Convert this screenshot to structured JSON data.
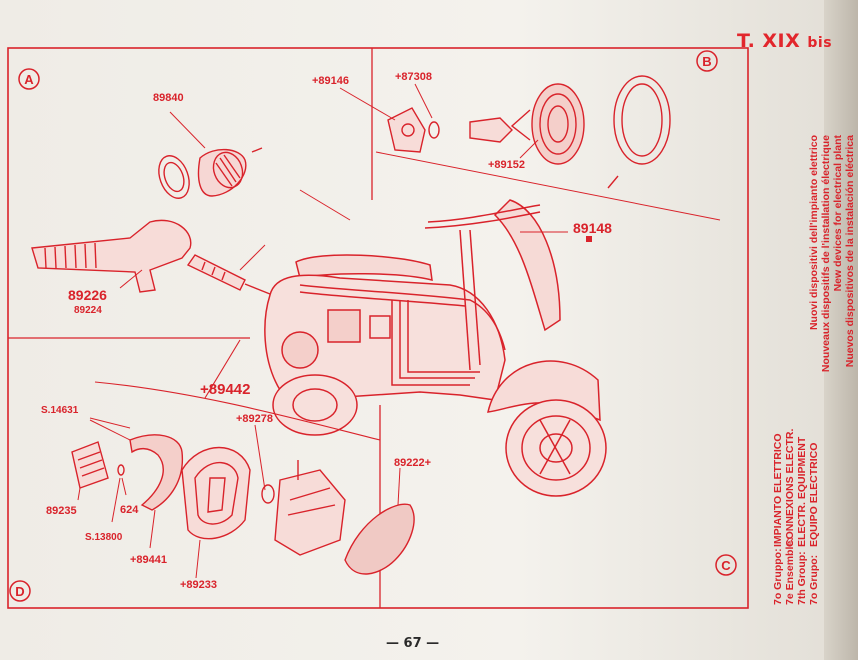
{
  "plate": {
    "code": "T. XIX",
    "suffix": "bis"
  },
  "section_labels": {
    "a": "A",
    "b": "B",
    "c": "C",
    "d": "D"
  },
  "parts": {
    "p89840": "89840",
    "p89146": "+89146",
    "p87308": "+87308",
    "p89152": "+89152",
    "p89148": "89148",
    "p89226": "89226",
    "p89224": "89224",
    "p89442": "+89442",
    "s14631": "S.14631",
    "p89278": "+89278",
    "p89222": "89222+",
    "p89235": "89235",
    "p624": "624",
    "s13800": "S.13800",
    "p89441": "+89441",
    "p89233": "+89233"
  },
  "group": {
    "it_label": "7o Gruppo:",
    "it_value": "IMPIANTO ELETTRICO",
    "fr_label": "7e Ensemble:",
    "fr_value": "CONNEXIONS ELECTR.",
    "en_label": "7th Group:",
    "en_value": "ELECTR. EQUIPMENT",
    "es_label": "7o Grupo:",
    "es_value": "EQUIPO ELECTRICO"
  },
  "description": {
    "it": "Nuovi dispositivi dell'impianto elettrico",
    "fr": "Nouveaux dispositifs de l'installation électrique",
    "en": "New devices for electrical plant",
    "es": "Nuevos dispositivos de la instalación eléctrica"
  },
  "page_number": "— 67 —",
  "colors": {
    "ink": "#d9232b",
    "paper": "#f2efe9"
  }
}
